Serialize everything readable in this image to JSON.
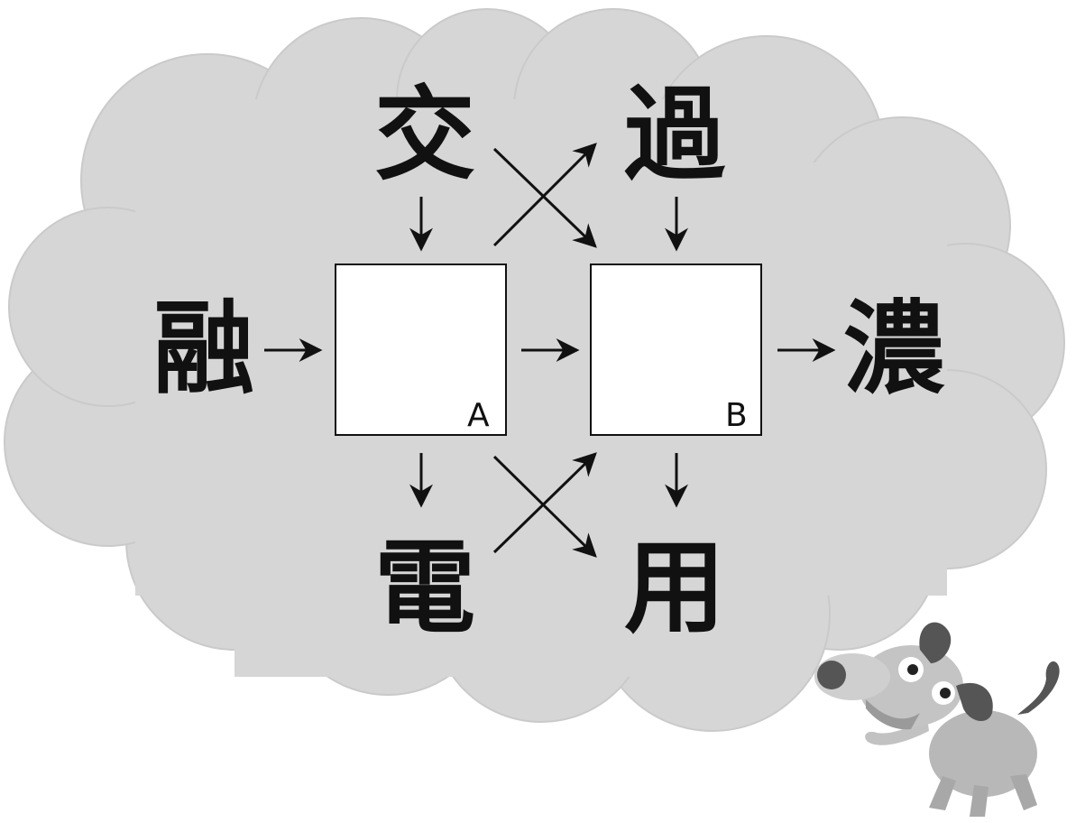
{
  "puzzle": {
    "characters": {
      "top_left": "交",
      "top_right": "過",
      "left": "融",
      "right": "濃",
      "bottom_left": "電",
      "bottom_right": "用"
    },
    "boxes": {
      "a_label": "A",
      "b_label": "B"
    }
  },
  "colors": {
    "cloud_fill": "#d6d6d6",
    "cloud_outline": "#c8c8c8",
    "box_fill": "#ffffff",
    "ink": "#111111",
    "dog_body": "#b8b8b8",
    "dog_ear": "#555555"
  },
  "icons": {
    "mascot": "dog-mascot-icon"
  }
}
